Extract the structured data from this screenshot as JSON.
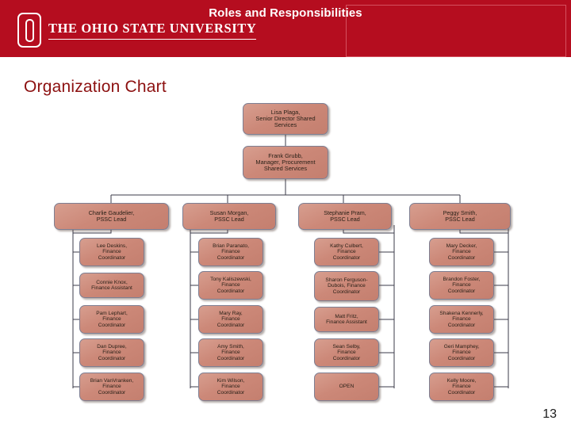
{
  "header": {
    "brand": "THE OHIO STATE UNIVERSITY",
    "logo_icon": "osu-block-o-icon",
    "title": "Roles and Responsibilities",
    "bar_color": "#b50d1f"
  },
  "slide": {
    "title": "Organization Chart",
    "title_color": "#8c1010",
    "page_number": "13"
  },
  "org_chart": {
    "node_fill": "#cc8878",
    "node_border": "#7d7f93",
    "connector_color": "#3b3b4a",
    "root": {
      "line1": "Lisa Plaga,",
      "line2": "Senior Director Shared",
      "line3": "Services"
    },
    "manager": {
      "line1": "Frank Grubb,",
      "line2": "Manager, Procurement",
      "line3": "Shared Services"
    },
    "leads": [
      {
        "line1": "Charlie Gaudelier,",
        "line2": "PSSC Lead"
      },
      {
        "line1": "Susan Morgan,",
        "line2": "PSSC Lead"
      },
      {
        "line1": "Stephanie Pram,",
        "line2": "PSSC Lead"
      },
      {
        "line1": "Peggy Smith,",
        "line2": "PSSC Lead"
      }
    ],
    "columns": [
      {
        "lead_index": 0,
        "staff": [
          {
            "line1": "Lee Deskins,",
            "line2": "Finance",
            "line3": "Coordinator"
          },
          {
            "line1": "Connie Knox,",
            "line2": "Finance Assistant",
            "line3": ""
          },
          {
            "line1": "Pam Lephart,",
            "line2": "Finance",
            "line3": "Coordinator"
          },
          {
            "line1": "Dan Dupree,",
            "line2": "Finance",
            "line3": "Coordinator"
          },
          {
            "line1": "Brian VanVranken,",
            "line2": "Finance",
            "line3": "Coordinator"
          }
        ]
      },
      {
        "lead_index": 1,
        "staff": [
          {
            "line1": "Brian Paranato,",
            "line2": "Finance",
            "line3": "Coordinator"
          },
          {
            "line1": "Tony Kaliszewski,",
            "line2": "Finance",
            "line3": "Coordinator"
          },
          {
            "line1": "Mary Ray,",
            "line2": "Finance",
            "line3": "Coordinator"
          },
          {
            "line1": "Amy Smith,",
            "line2": "Finance",
            "line3": "Coordinator"
          },
          {
            "line1": "Kim Wilson,",
            "line2": "Finance",
            "line3": "Coordinator"
          }
        ]
      },
      {
        "lead_index": 2,
        "staff": [
          {
            "line1": "Kathy Culbert,",
            "line2": "Finance",
            "line3": "Coordinator"
          },
          {
            "line1": "Sharon Ferguson-",
            "line2": "Dubois,  Finance",
            "line3": "Coordinator"
          },
          {
            "line1": "Matt Fritz,",
            "line2": "Finance Assistant",
            "line3": ""
          },
          {
            "line1": "Sean Selby,",
            "line2": "Finance",
            "line3": "Coordinator"
          },
          {
            "line1": "OPEN",
            "line2": "",
            "line3": ""
          }
        ]
      },
      {
        "lead_index": 3,
        "staff": [
          {
            "line1": "Mary Decker,",
            "line2": "Finance",
            "line3": "Coordinator"
          },
          {
            "line1": "Brandon Foster,",
            "line2": "Finance",
            "line3": "Coordinator"
          },
          {
            "line1": "Shakena Kennerly,",
            "line2": "Finance",
            "line3": "Coordinator"
          },
          {
            "line1": "Geri Mamphey,",
            "line2": "Finance",
            "line3": "Coordinator"
          },
          {
            "line1": "Kelly Moore,",
            "line2": "Finance",
            "line3": "Coordinator"
          }
        ]
      }
    ]
  }
}
